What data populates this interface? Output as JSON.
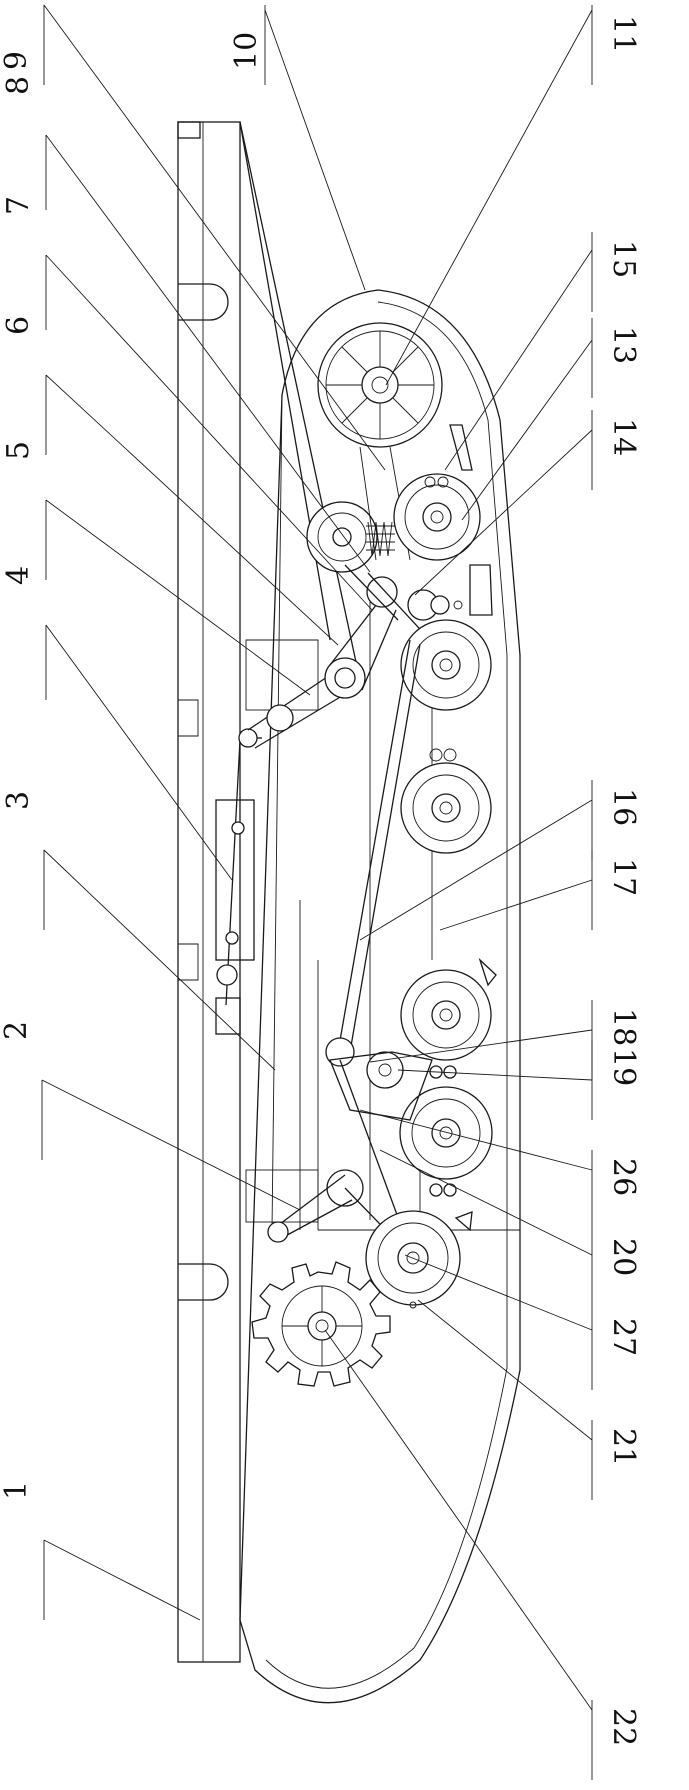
{
  "figure": {
    "part_numbers": [
      "1",
      "2",
      "3",
      "4",
      "5",
      "6",
      "7",
      "8",
      "9",
      "10",
      "11",
      "13",
      "14",
      "15",
      "16",
      "17",
      "18",
      "19",
      "20",
      "21",
      "22",
      "26",
      "27"
    ]
  },
  "colors": {
    "line": "#1a1a1a",
    "background": "#ffffff"
  }
}
